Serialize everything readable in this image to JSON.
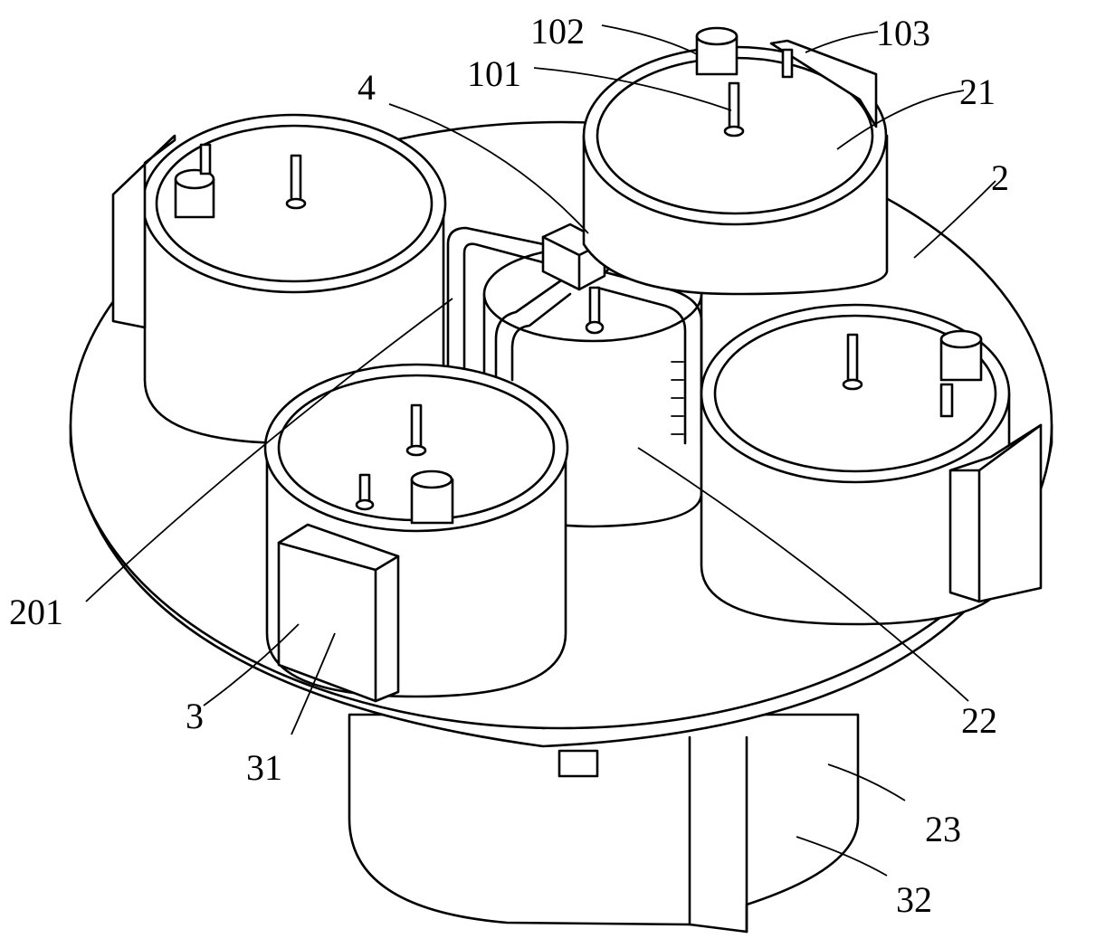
{
  "labels": {
    "l101": "101",
    "l102": "102",
    "l103": "103",
    "l4": "4",
    "l21": "21",
    "l2": "2",
    "l201": "201",
    "l3": "3",
    "l31": "31",
    "l22": "22",
    "l23": "23",
    "l32": "32"
  },
  "colors": {
    "ink": "#000000",
    "paper": "#ffffff"
  }
}
